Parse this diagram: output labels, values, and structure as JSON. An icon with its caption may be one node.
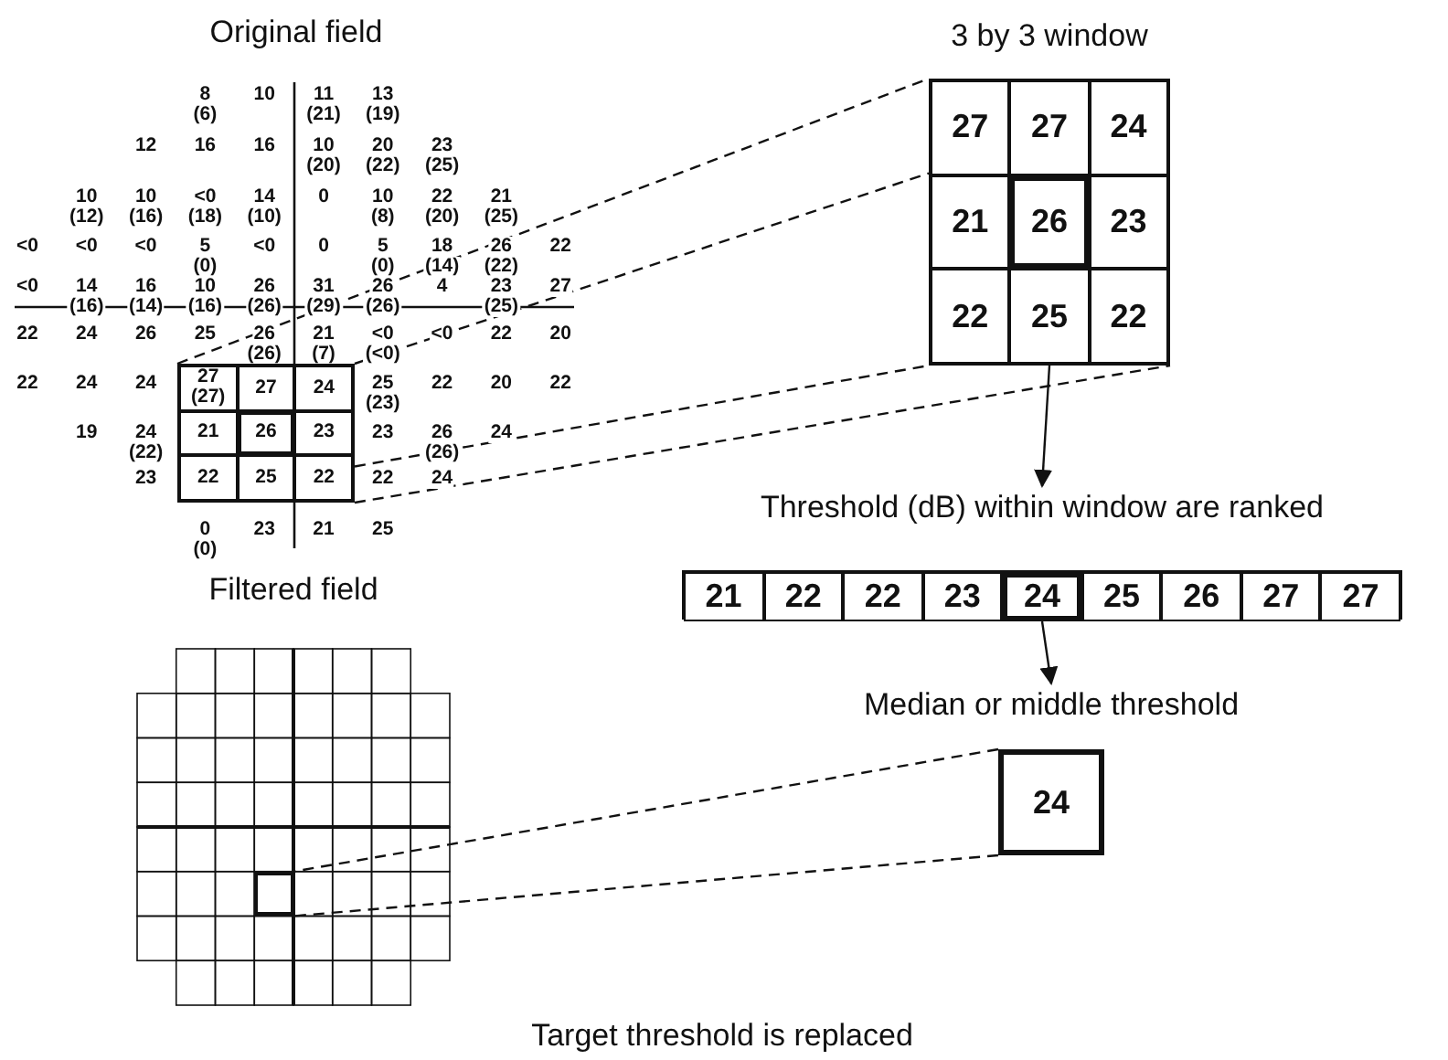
{
  "diagram": {
    "nodes": [
      {
        "text": [],
        "shape": "box"
      },
      {
        "text": [
          "27",
          "(27)"
        ],
        "in": 0
      },
      {
        "text": [
          "27"
        ],
        "in": 0
      },
      {
        "text": [
          "24"
        ],
        "in": 0
      },
      {
        "text": [
          "21"
        ],
        "in": 0
      },
      {
        "text": [
          "26"
        ],
        "in": 0
      },
      {
        "text": [
          "23"
        ],
        "in": 0
      },
      {
        "text": [
          "22"
        ],
        "in": 0
      },
      {
        "text": [
          "25"
        ],
        "in": 0
      },
      {
        "text": [
          "22"
        ],
        "in": 0
      },
      {
        "text": [
          "3 by 3 window"
        ]
      },
      {
        "text": [
          "27"
        ],
        "in": 10
      },
      {
        "text": [
          "27"
        ],
        "in": 10
      },
      {
        "text": [
          "24"
        ],
        "in": 10
      },
      {
        "text": [
          "21"
        ],
        "in": 10
      },
      {
        "text": [
          "26"
        ],
        "in": 10
      },
      {
        "text": [
          "23"
        ],
        "in": 10
      },
      {
        "text": [
          "22"
        ],
        "in": 10
      },
      {
        "text": [
          "25"
        ],
        "in": 10
      },
      {
        "text": [
          "22"
        ],
        "in": 10
      },
      {
        "text": [
          "Threshold (dB) within window are ranked"
        ]
      },
      {
        "text": [
          "21"
        ],
        "in": 20
      },
      {
        "text": [
          "22"
        ],
        "in": 20
      },
      {
        "text": [
          "22"
        ],
        "in": 20
      },
      {
        "text": [
          "23"
        ],
        "in": 20
      },
      {
        "text": [
          "24"
        ],
        "in": 20
      },
      {
        "text": [
          "25"
        ],
        "in": 20
      },
      {
        "text": [
          "26"
        ],
        "in": 20
      },
      {
        "text": [
          "27"
        ],
        "in": 20
      },
      {
        "text": [
          "27"
        ],
        "in": 20
      },
      {
        "text": [
          "Median or middle threshold",
          "24"
        ]
      },
      {
        "text": [
          "Filtered field"
        ]
      },
      {
        "text": [],
        "shape": "box",
        "in": 31
      }
    ],
    "edges": [
      {
        "from": 0,
        "to": 10,
        "arrow": "none",
        "style": "dashed"
      },
      {
        "from": 0,
        "to": 10,
        "arrow": "none",
        "style": "dashed"
      },
      {
        "from": 0,
        "to": 10,
        "arrow": "none",
        "style": "dashed"
      },
      {
        "from": 0,
        "to": 10,
        "arrow": "none",
        "style": "dashed"
      },
      {
        "from": 10,
        "to": 20,
        "arrow": "to"
      },
      {
        "from": 25,
        "to": 30,
        "arrow": "to"
      },
      {
        "from": 30,
        "to": 32,
        "arrow": "none",
        "style": "dashed"
      },
      {
        "from": 30,
        "to": 32,
        "arrow": "none",
        "style": "dashed"
      }
    ],
    "labels": [
      "Original field",
      "8",
      "(6)",
      "10",
      "11",
      "(21)",
      "13",
      "(19)",
      "12",
      "16",
      "16",
      "10",
      "(20)",
      "20",
      "(22)",
      "23",
      "(25)",
      "10",
      "(12)",
      "10",
      "(16)",
      "<0",
      "(18)",
      "14",
      "(10)",
      "0",
      "10",
      "(8)",
      "22",
      "(20)",
      "21",
      "(25)",
      "<0",
      "<0",
      "<0",
      "5",
      "(0)",
      "<0",
      "0",
      "5",
      "(0)",
      "18",
      "(14)",
      "26",
      "(22)",
      "22",
      "<0",
      "14",
      "(16)",
      "16",
      "(14)",
      "10",
      "(16)",
      "26",
      "(26)",
      "31",
      "(29)",
      "26",
      "(26)",
      "4",
      "23",
      "(25)",
      "27",
      "22",
      "24",
      "26",
      "25",
      "26",
      "(26)",
      "21",
      "(7)",
      "<0",
      "(<0)",
      "<0",
      "22",
      "20",
      "22",
      "24",
      "24",
      "25",
      "(23)",
      "22",
      "20",
      "22",
      "19",
      "24",
      "(22)",
      "23",
      "26",
      "(26)",
      "24",
      "23",
      "22",
      "24",
      "0",
      "(0)",
      "23",
      "21",
      "25",
      "Target threshold is replaced"
    ]
  }
}
